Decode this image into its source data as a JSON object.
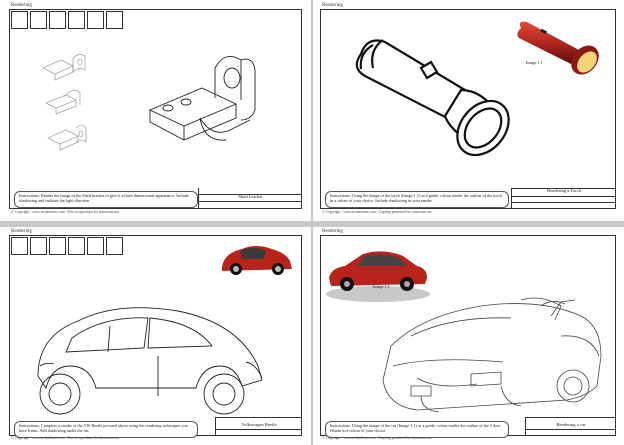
{
  "sheets": {
    "top_left": {
      "title": "Rendering",
      "instructions": "Instructions: Render the image of the Shaft bracket to give it a three dimensional appearance. Include shadowing and indicate the light direction",
      "label": "Shaft bracket",
      "copyright": "© Copyright - www.technoheart.com - Free to reproduce for classroom use"
    },
    "top_right": {
      "title": "Rendering",
      "instructions": "Instructions: Using the image of the torch (Image 1.1) as a guide, colour render the outline of the torch in a colour of your choice. Include shadowing in your render.",
      "label": "Rendering a Torch",
      "image_caption": "Image 1.1",
      "copyright": "© Copyright - www.technoheart.com - Copying permitted for classroom use"
    },
    "bottom_left": {
      "title": "Rendering",
      "instructions": "Instructions: Complete a render of the VW Beetle pictured above using the rendering techniques you have learnt. Add shadowing under the car.",
      "label": "Volkswagen Beetle",
      "copyright": "© Copyright - www.technoheart.com - Free to reproduce for classroom use"
    },
    "bottom_right": {
      "title": "Rendering",
      "instructions": "Instructions: Using the image of the car (Image 1.1) as a guide, colour render the outline of the 2 door Honda in a colour of your choice",
      "label": "Rendering a car",
      "image_caption": "Image 1.1",
      "copyright": "© Copyright - www.technoheart.com - Copying permitted for classroom use"
    }
  },
  "colors": {
    "torch_red": "#b3261e",
    "car_red": "#b8231c",
    "frame": "#333333",
    "separator": "#c8c8c8"
  },
  "icons": [
    "shaft-bracket-drawing",
    "torch-drawing",
    "torch-photo",
    "beetle-drawing",
    "beetle-photo",
    "honda-drawing",
    "car-photo"
  ]
}
